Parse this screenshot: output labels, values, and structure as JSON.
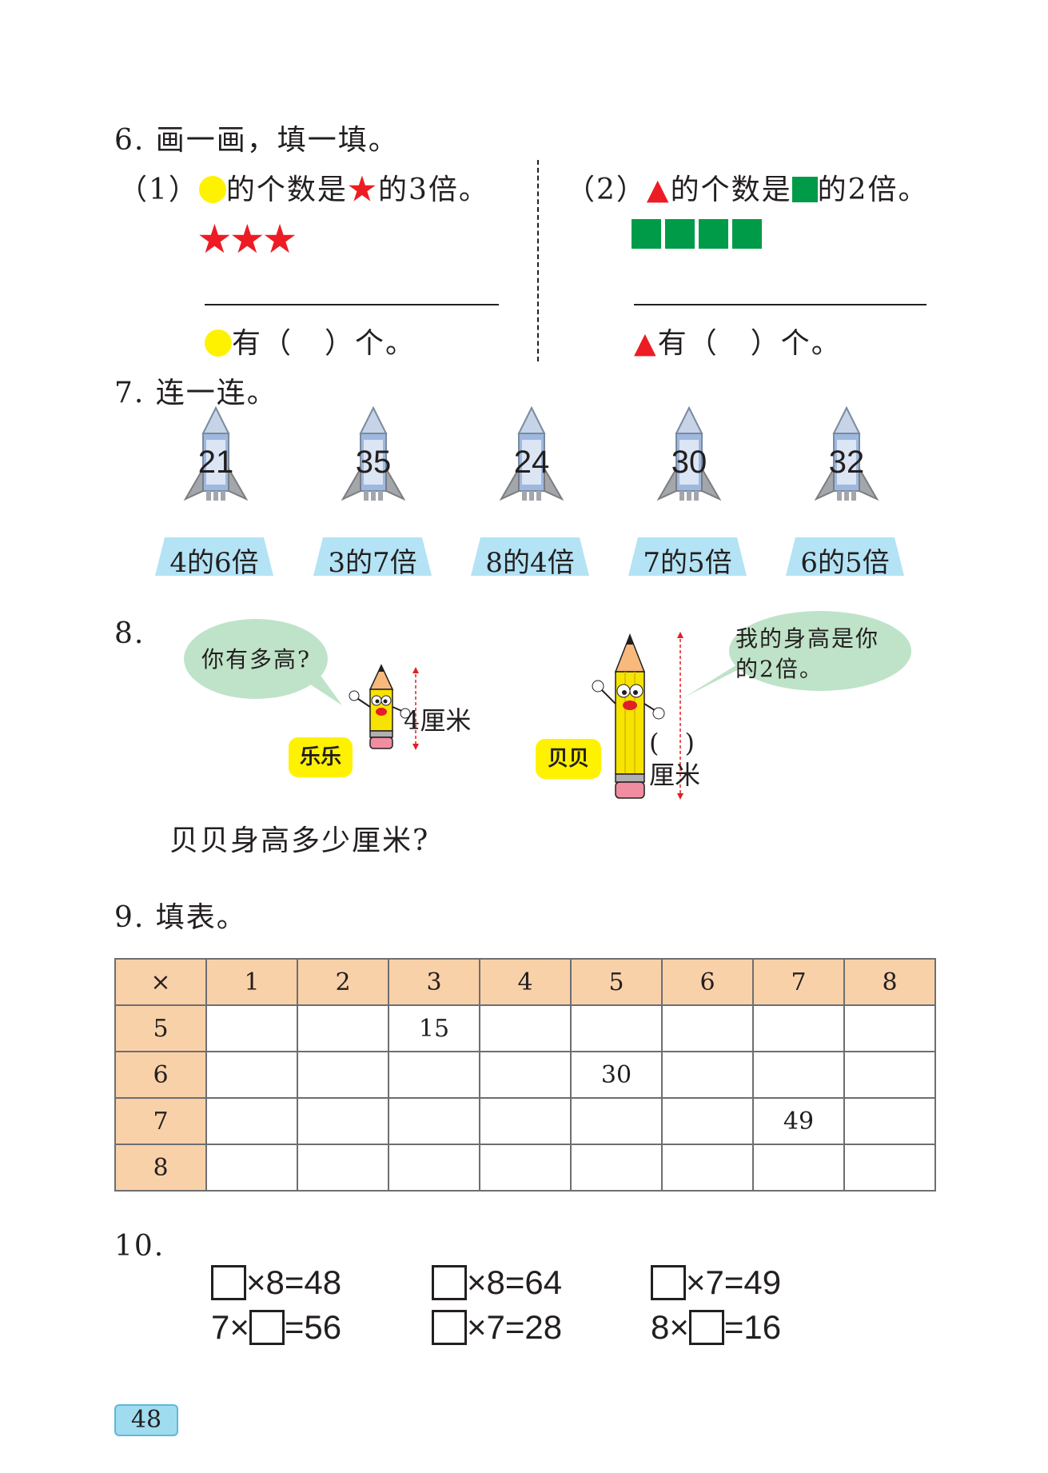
{
  "q6": {
    "heading": "6. 画一画，填一填。",
    "part1": {
      "prefix": "（1）",
      "text_a": "的个数是",
      "text_b": "的3倍。",
      "answer_a": "有（",
      "answer_b": "）个。"
    },
    "part2": {
      "prefix": "（2）",
      "text_a": "的个数是",
      "text_b": "的2倍。",
      "answer_a": "有（",
      "answer_b": "）个。"
    }
  },
  "q7": {
    "heading": "7. 连一连。",
    "rockets": [
      "21",
      "35",
      "24",
      "30",
      "32"
    ],
    "labels": [
      "4的6倍",
      "3的7倍",
      "8的4倍",
      "7的5倍",
      "6的5倍"
    ]
  },
  "q8": {
    "number": "8.",
    "bubble_left": "你有多高?",
    "bubble_right_1": "我的身高是你",
    "bubble_right_2": "的2倍。",
    "height_left": "4厘米",
    "height_right_paren": "(　)",
    "height_right_unit": "厘米",
    "name_left": "乐乐",
    "name_right": "贝贝",
    "question": "贝贝身高多少厘米?"
  },
  "q9": {
    "heading": "9. 填表。",
    "header": [
      "×",
      "1",
      "2",
      "3",
      "4",
      "5",
      "6",
      "7",
      "8"
    ],
    "rows": [
      [
        "5",
        "",
        "",
        "15",
        "",
        "",
        "",
        "",
        ""
      ],
      [
        "6",
        "",
        "",
        "",
        "",
        "30",
        "",
        "",
        ""
      ],
      [
        "7",
        "",
        "",
        "",
        "",
        "",
        "",
        "49",
        ""
      ],
      [
        "8",
        "",
        "",
        "",
        "",
        "",
        "",
        "",
        ""
      ]
    ]
  },
  "q10": {
    "number": "10.",
    "eq1": "×8=48",
    "eq2": "×8=64",
    "eq3": "×7=49",
    "eq4_a": "7×",
    "eq4_b": "=56",
    "eq5": "×7=28",
    "eq6_a": "8×",
    "eq6_b": "=16"
  },
  "page_number": "48",
  "colors": {
    "star": "#ed1c24",
    "circle": "#fff200",
    "square": "#009b48",
    "triangle": "#ed1c24",
    "table_header": "#f9d1a9",
    "bubble": "#bfe3c8",
    "label_box": "#b3e3f5"
  }
}
